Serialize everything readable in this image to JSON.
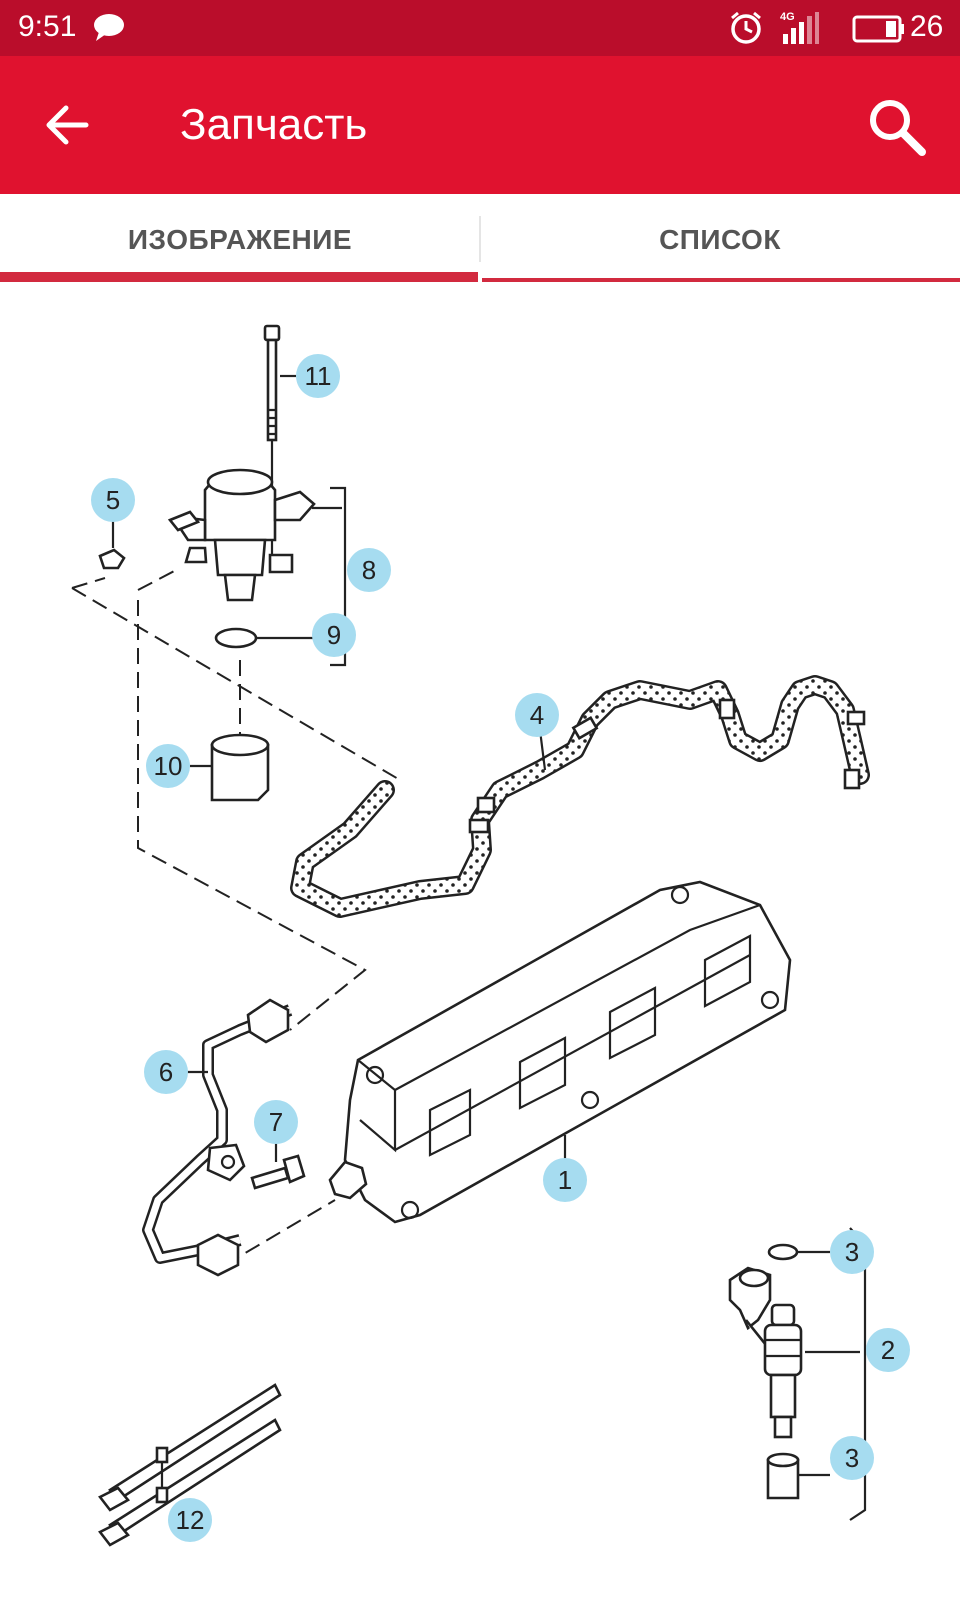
{
  "status_bar": {
    "time": "9:51",
    "network": "4G",
    "battery_level": "26"
  },
  "app_bar": {
    "title": "Запчасть"
  },
  "tabs": [
    {
      "label": "ИЗОБРАЖЕНИЕ",
      "active": true
    },
    {
      "label": "СПИСОК",
      "active": false
    }
  ],
  "diagram": {
    "callouts": [
      "1",
      "2",
      "3",
      "3",
      "4",
      "5",
      "6",
      "7",
      "8",
      "9",
      "10",
      "11",
      "12"
    ]
  },
  "colors": {
    "status_bar": "#ba0d2b",
    "app_bar": "#e0122f",
    "tab_indicator": "#d22a3f",
    "callout": "#a6dcf0"
  },
  "icons": [
    "chat-icon",
    "alarm-icon",
    "signal-icon",
    "battery-icon",
    "back-arrow-icon",
    "search-icon"
  ]
}
